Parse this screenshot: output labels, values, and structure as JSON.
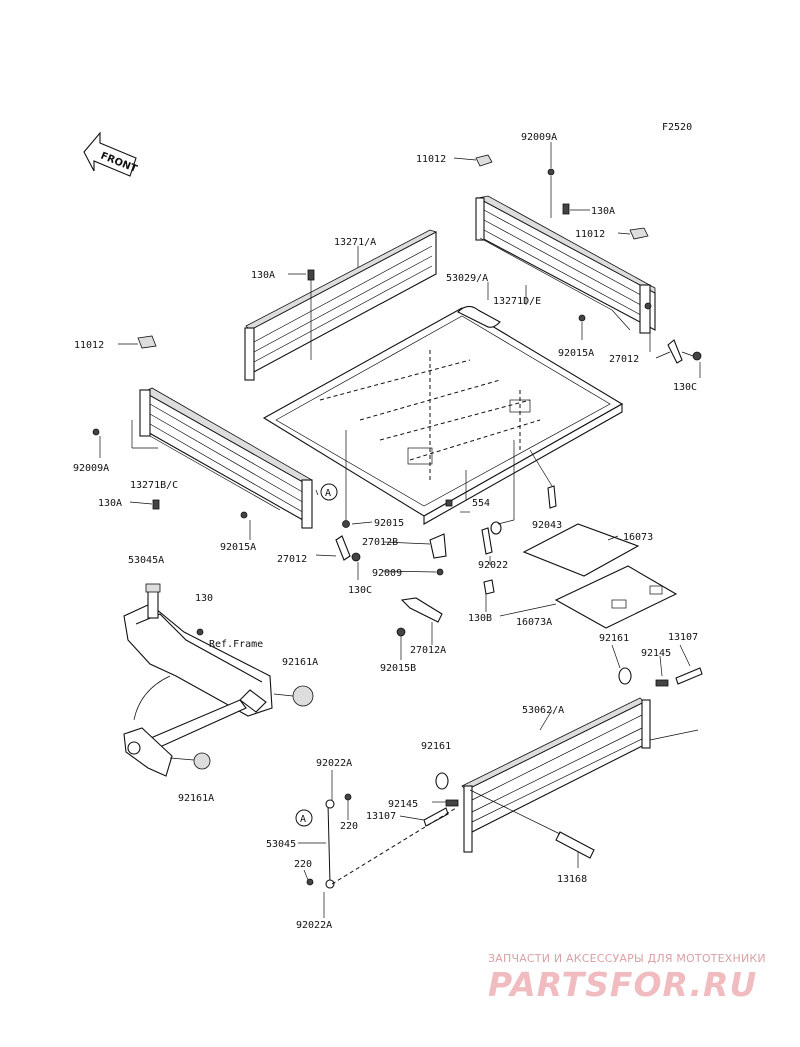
{
  "figure_code": "F2520",
  "front_arrow_label": "FRONT",
  "ref_frame_label": "Ref.Frame",
  "callout_marker": "A",
  "parts": {
    "p11012_top": "11012",
    "p92009A_top": "92009A",
    "p130A_right": "130A",
    "p11012_right": "11012",
    "p13271A": "13271/A",
    "p130A_left": "130A",
    "p53029A": "53029/A",
    "p13271DE": "13271D/E",
    "p92015A_right": "92015A",
    "p27012_right": "27012",
    "p130C_right": "130C",
    "p11012_left": "11012",
    "p92009A_left": "92009A",
    "p13271BC": "13271B/C",
    "p130A_lower": "130A",
    "p92015": "92015",
    "p554": "554",
    "p92015A_left": "92015A",
    "p27012B": "27012B",
    "p27012_left": "27012",
    "p92009": "92009",
    "p130C_left": "130C",
    "p92043": "92043",
    "p16073": "16073",
    "p92022": "92022",
    "p130B": "130B",
    "p16073A": "16073A",
    "p27012A": "27012A",
    "p92015B": "92015B",
    "p53045A": "53045A",
    "p130": "130",
    "p92161A_top": "92161A",
    "p92161A_bottom": "92161A",
    "p92161_right": "92161",
    "p13107_right": "13107",
    "p92145_right": "92145",
    "p53062A": "53062/A",
    "p92161_center": "92161",
    "p92022A_top": "92022A",
    "p92145_center": "92145",
    "p220_top": "220",
    "p13107_center": "13107",
    "p53045": "53045",
    "p220_bottom": "220",
    "p13168": "13168",
    "p92022A_bottom": "92022A"
  },
  "watermark": {
    "tagline": "ЗАПЧАСТИ И АКСЕССУАРЫ ДЛЯ МОТОТЕХНИКИ",
    "logo": "PARTSFOR.RU"
  }
}
